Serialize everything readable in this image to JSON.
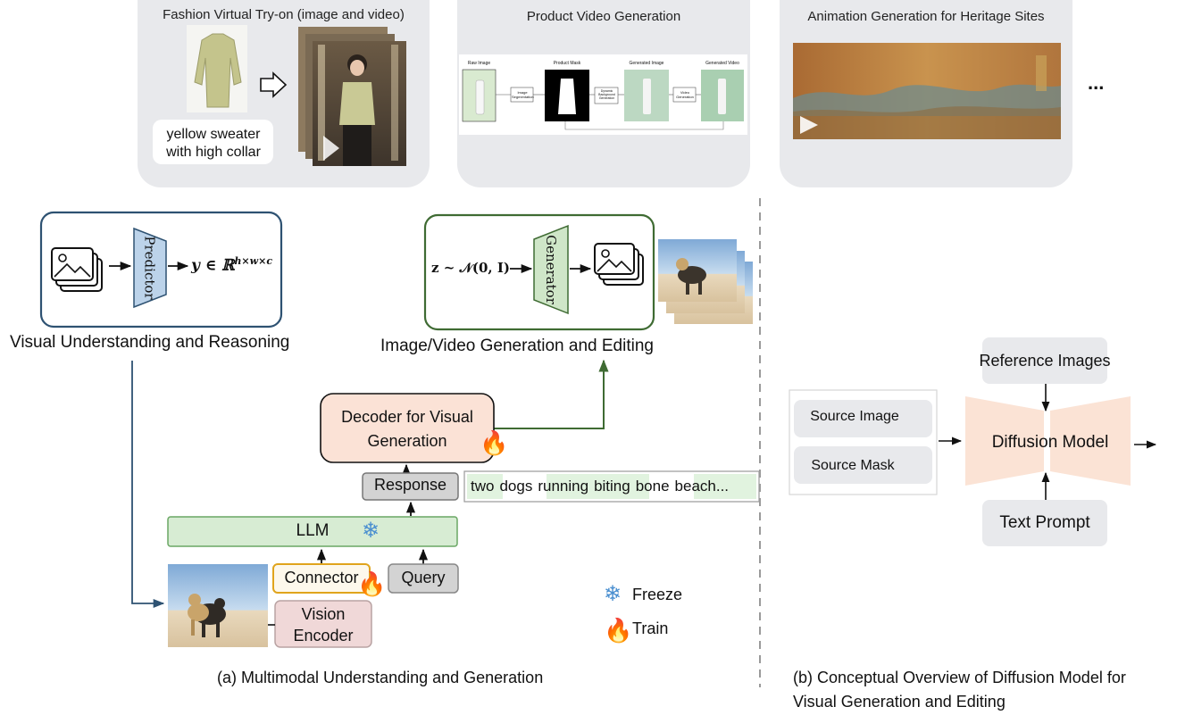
{
  "applications": {
    "tryon": {
      "title": "Fashion Virtual Try-on (image and video)",
      "text_input": "yellow sweater with high collar"
    },
    "product": {
      "title": "Product Video Generation",
      "panels": [
        "Raw Image",
        "Product Mask",
        "Generated Image",
        "Generated Video"
      ],
      "steps": [
        "Image Segmentation",
        "Dynamic Background Generation",
        "Video Generation"
      ]
    },
    "heritage": {
      "title": "Animation Generation for Heritage Sites"
    },
    "more": "..."
  },
  "part_a": {
    "understanding_box": {
      "predictor": "Predictor",
      "output": "y ∈ ℝ",
      "output_sup": "h×w×c",
      "caption": "Visual Understanding and Reasoning"
    },
    "generation_box": {
      "input": "z ~ 𝒩(0, I)",
      "generator": "Generator",
      "caption": "Image/Video Generation and Editing"
    },
    "decoder": "Decoder for Visual Generation",
    "response": "Response",
    "response_tokens": [
      "two",
      "dogs",
      "running",
      "biting",
      "bone",
      "beach..."
    ],
    "llm": "LLM",
    "connector": "Connector",
    "query": "Query",
    "vision_encoder": "Vision Encoder",
    "legend": {
      "freeze": "Freeze",
      "train": "Train"
    },
    "caption": "(a) Multimodal Understanding and Generation"
  },
  "part_b": {
    "source_image": "Source Image",
    "source_mask": "Source Mask",
    "reference_images": "Reference Images",
    "model": "Diffusion Model",
    "text_prompt": "Text Prompt",
    "caption_line1": "(b) Conceptual Overview of Diffusion Model for",
    "caption_line2": "Visual Generation and Editing"
  },
  "colors": {
    "card_bg": "#e8e9ec",
    "understanding_border": "#2e5272",
    "predictor_fill": "#bcd3ea",
    "generation_border": "#3f6b33",
    "generator_fill": "#cfe6c8",
    "decoder_fill": "#fbe2d6",
    "llm_fill": "#d7ecd3",
    "connector_border": "#e0a41c",
    "encoder_fill": "#f0d8d8",
    "query_fill": "#d3d3d3",
    "diffusion_fill": "#fbe3d5",
    "fire": "#c8231a",
    "snow": "#4a8fd0"
  },
  "icons": [
    "image-stack-icon",
    "snowflake-icon",
    "fire-icon",
    "play-icon",
    "arrow-right-icon"
  ]
}
